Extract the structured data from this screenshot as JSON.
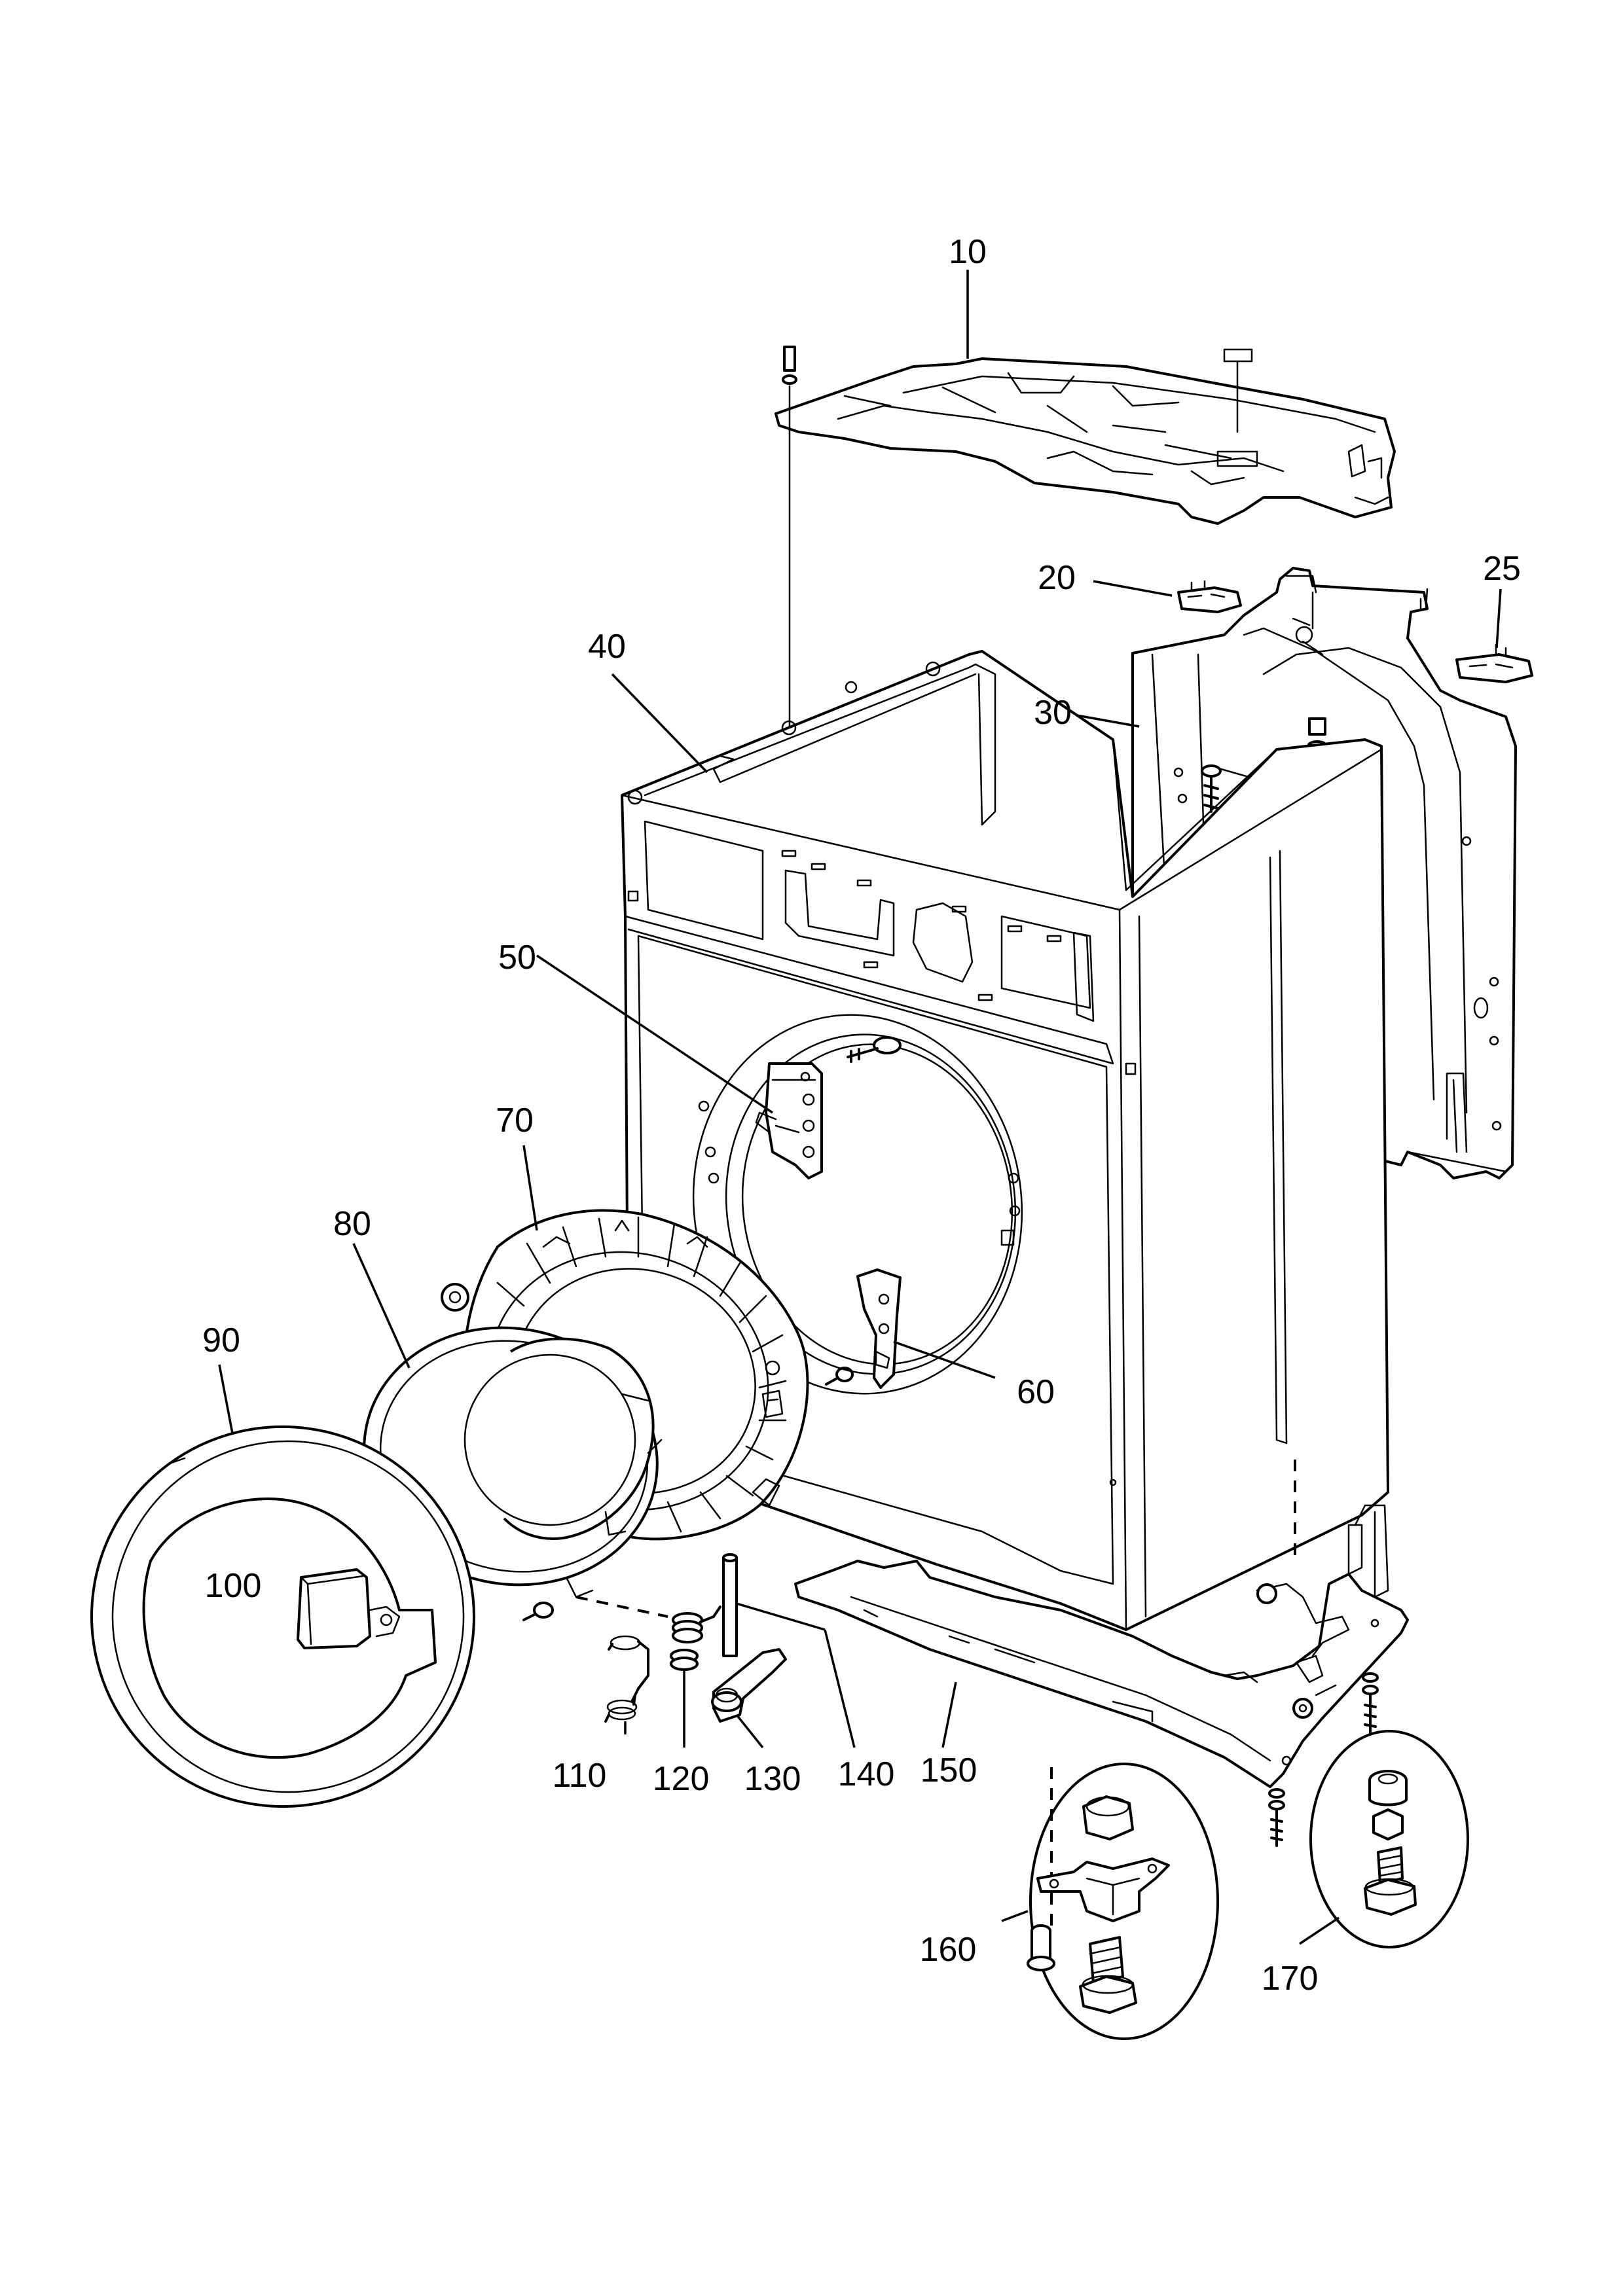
{
  "labels": {
    "p10": "10",
    "p20": "20",
    "p25": "25",
    "p30": "30",
    "p40": "40",
    "p50": "50",
    "p60": "60",
    "p70": "70",
    "p80": "80",
    "p90": "90",
    "p100": "100",
    "p110": "110",
    "p120": "120",
    "p130": "130",
    "p140": "140",
    "p150": "150",
    "p160": "160",
    "p170": "170"
  }
}
